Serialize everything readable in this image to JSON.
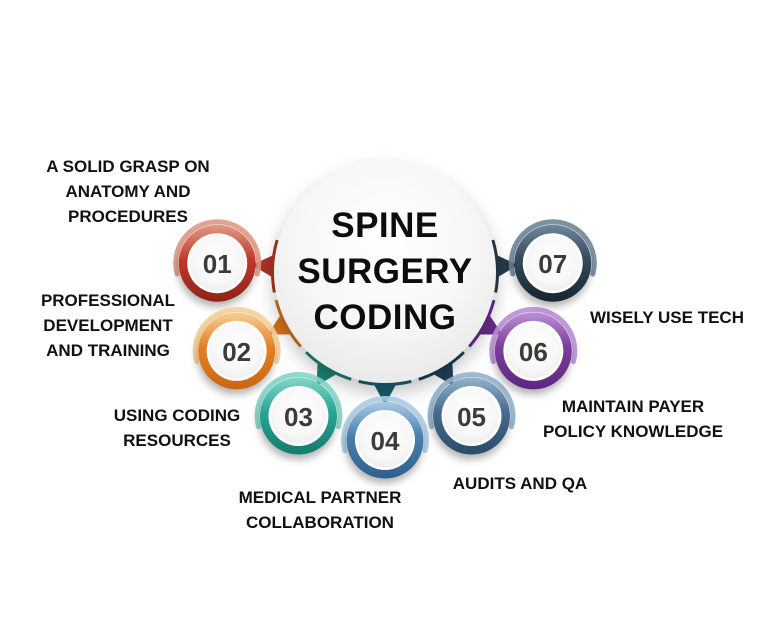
{
  "diagram": {
    "title": "SPINE\nSURGERY\nCODING",
    "title_color": "#0d0d0d",
    "label_color": "#111111",
    "number_color": "#3e3a39",
    "items": [
      {
        "number": "01",
        "label": "A SOLID GRASP ON\nANATOMY AND\nPROCEDURES",
        "ring": "#c1392b",
        "ring_light": "#e09a84",
        "ring_dark": "#8f2317",
        "segment": "#a93224"
      },
      {
        "number": "02",
        "label": "PROFESSIONAL\nDEVELOPMENT\nAND TRAINING",
        "ring": "#e67f24",
        "ring_light": "#f4d097",
        "ring_dark": "#c96711",
        "segment": "#d2701a"
      },
      {
        "number": "03",
        "label": "USING CODING\nRESOURCES",
        "ring": "#28a493",
        "ring_light": "#82d6c6",
        "ring_dark": "#157a6c",
        "segment": "#1d8272"
      },
      {
        "number": "04",
        "label": "MEDICAL PARTNER\nCOLLABORATION",
        "ring": "#4a80ae",
        "ring_light": "#abcbe4",
        "ring_dark": "#2d5f8c",
        "segment": "#1b5e72"
      },
      {
        "number": "05",
        "label": "AUDITS AND QA",
        "ring": "#476b8e",
        "ring_light": "#92b2cc",
        "ring_dark": "#2a4a68",
        "segment": "#1d4157"
      },
      {
        "number": "06",
        "label": "MAINTAIN PAYER\nPOLICY KNOWLEDGE",
        "ring": "#7e3d99",
        "ring_light": "#bb8fd7",
        "ring_dark": "#5c2781",
        "segment": "#662c8c"
      },
      {
        "number": "07",
        "label": "WISELY USE TECH",
        "ring": "#35495c",
        "ring_light": "#70869a",
        "ring_dark": "#17242f",
        "segment": "#263848"
      }
    ]
  }
}
